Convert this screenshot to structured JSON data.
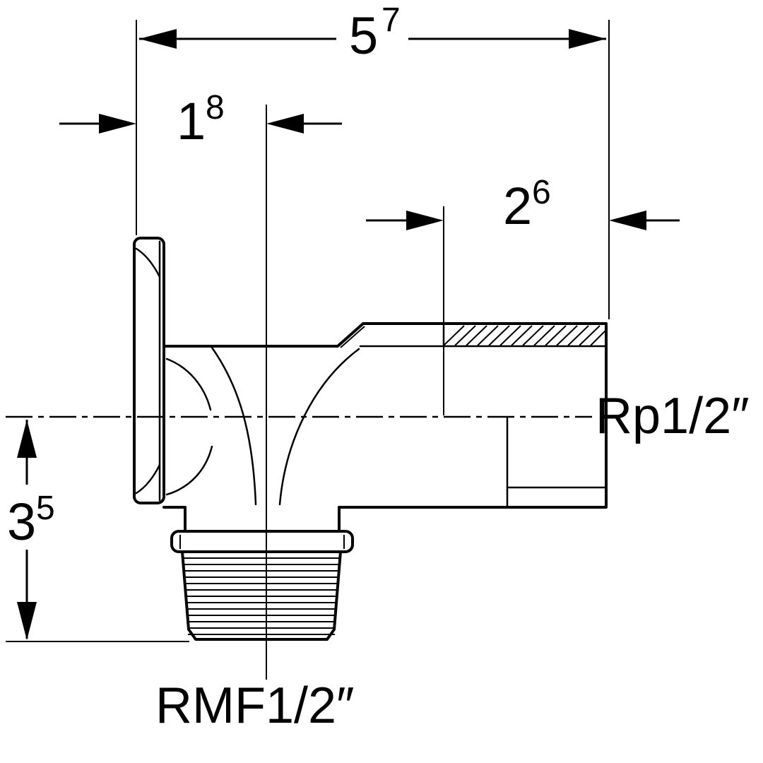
{
  "drawing": {
    "background": "#ffffff",
    "line_color": "#000000",
    "dimensions": {
      "total_width": {
        "value": "5",
        "sup": "7"
      },
      "left_offset": {
        "value": "1",
        "sup": "8"
      },
      "thread_depth": {
        "value": "2",
        "sup": "6"
      },
      "bottom_height": {
        "value": "3",
        "sup": "5"
      }
    },
    "labels": {
      "right_connection": "Rp1/2″",
      "bottom_connection": "RMF1/2″"
    }
  }
}
